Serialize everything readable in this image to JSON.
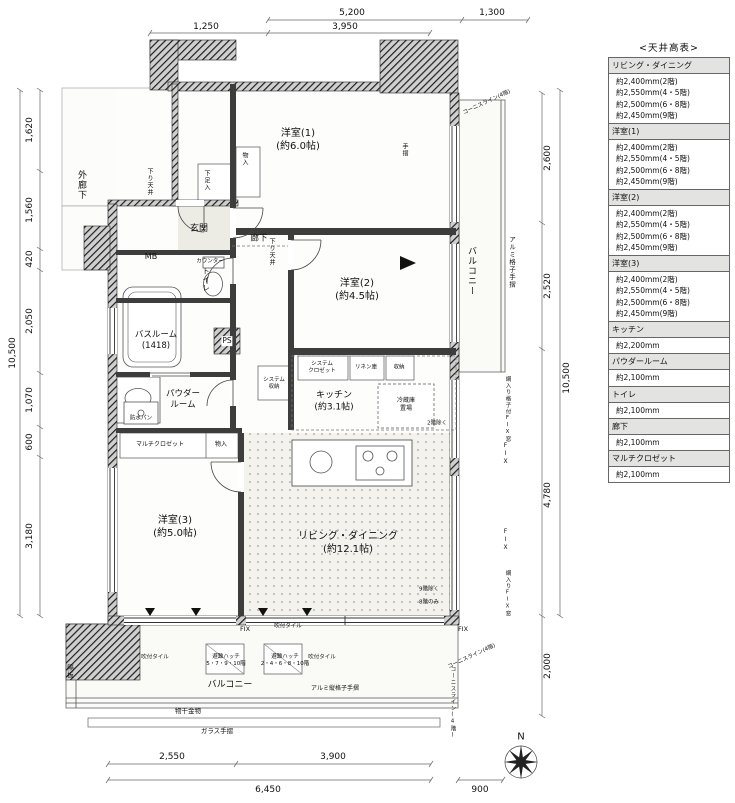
{
  "rooms": {
    "y1": "洋室(1)\n(約6.0帖)",
    "y2": "洋室(2)\n(約4.5帖)",
    "y3": "洋室(3)\n(約5.0帖)",
    "ld": "リビング・ダイニング\n(約12.1帖)",
    "kitchen": "キッチン\n(約3.1帖)",
    "bath": "バスルーム\n(1418)",
    "powder": "パウダー\nルーム",
    "toilet": "トイレ",
    "genkan": "玄関",
    "rouka": "廊下",
    "mb": "MB",
    "ps": "PS",
    "balcony_e": "バルコニー",
    "balcony_s": "バルコニー",
    "ext_corridor": "外廊下"
  },
  "ann": {
    "counter": "カウンター",
    "shoe_box": "下足入",
    "closet1": "物入",
    "closet2": "物入",
    "multi_closet": "マルチクロゼット",
    "waterproof_pan": "防水パン",
    "system_storage": "システム\n収納",
    "system_closet": "システム\nクロゼット",
    "linen": "リネン庫",
    "storage": "収納",
    "fridge": "冷蔵庫\n置場",
    "drop_ceiling1": "下り天井",
    "drop_ceiling2": "下り天井",
    "handrail": "手摺",
    "alumi_lattice_e": "アルミ格子手摺",
    "alumi_lattice_s": "アルミ縦格子手摺",
    "cornice1": "コーニスライン(4階)",
    "cornice2": "コーニスライン(4階)",
    "cornice3": "コーニスライン(4階)",
    "fix_net1": "網入り格子付FIX窓",
    "fix_net2": "網入りFIX窓",
    "fix_e1": "FIX",
    "fix_e2": "FIX",
    "fix_s1": "FIX",
    "fix_s2": "FIX",
    "spray_tile1": "吹付タイル",
    "spray_tile2": "吹付タイル",
    "spray_tile3": "吹付タイル",
    "hatch1": "避難ハッチ\n5・7・9・10階",
    "hatch2": "避難ハッチ\n2・4・6・8・10階",
    "laundry": "物干金物",
    "glass_rail": "ガラス手摺",
    "partition": "隔板",
    "except2f": "2階除く",
    "except9f": "9階除く",
    "only8f": "8階のみ"
  },
  "dims": {
    "top": [
      "1,250",
      "5,200",
      "3,950",
      "1,300"
    ],
    "left": [
      "1,620",
      "1,560",
      "420",
      "2,050",
      "1,070",
      "600",
      "3,180"
    ],
    "left_total": "10,500",
    "right": [
      "2,600",
      "2,520",
      "4,780",
      "2,000"
    ],
    "right_total": "10,500",
    "bottom": [
      "2,550",
      "3,900",
      "900"
    ],
    "bottom_total": "6,450"
  },
  "compass": {
    "north": "N"
  },
  "ceiling_table": {
    "title": "<天井高表>",
    "sections": [
      {
        "room": "リビング・ダイニング",
        "values": [
          "約2,400mm(2階)",
          "約2,550mm(4・5階)",
          "約2,500mm(6・8階)",
          "約2,450mm(9階)"
        ]
      },
      {
        "room": "洋室(1)",
        "values": [
          "約2,400mm(2階)",
          "約2,550mm(4・5階)",
          "約2,500mm(6・8階)",
          "約2,450mm(9階)"
        ]
      },
      {
        "room": "洋室(2)",
        "values": [
          "約2,400mm(2階)",
          "約2,550mm(4・5階)",
          "約2,500mm(6・8階)",
          "約2,450mm(9階)"
        ]
      },
      {
        "room": "洋室(3)",
        "values": [
          "約2,400mm(2階)",
          "約2,550mm(4・5階)",
          "約2,500mm(6・8階)",
          "約2,450mm(9階)"
        ]
      },
      {
        "room": "キッチン",
        "values": [
          "約2,200mm"
        ]
      },
      {
        "room": "パウダールーム",
        "values": [
          "約2,100mm"
        ]
      },
      {
        "room": "トイレ",
        "values": [
          "約2,100mm"
        ]
      },
      {
        "room": "廊下",
        "values": [
          "約2,100mm"
        ]
      },
      {
        "room": "マルチクロゼット",
        "values": [
          "約2,100mm"
        ]
      }
    ]
  }
}
